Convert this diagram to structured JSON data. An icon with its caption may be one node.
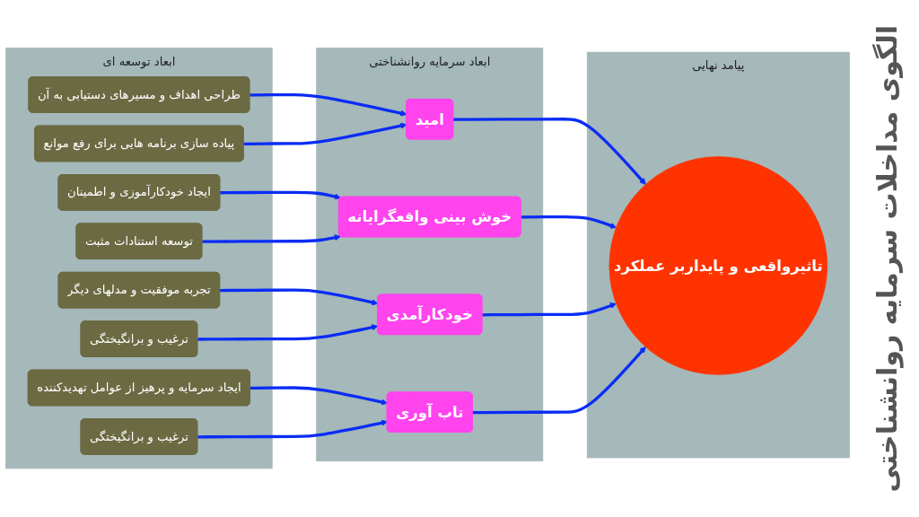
{
  "diagram": {
    "title": "الگوی مداخلات سرمایه روانشناختی",
    "nodes": [
      {
        "text": [
          "ابعاد توسعه ای"
        ]
      },
      {
        "text": [
          "طراحی اهداف و مسیرهای دستیابی به آن"
        ],
        "in": 0
      },
      {
        "text": [
          "پیاده سازی برنامه هایی برای رفع موانع"
        ],
        "in": 0
      },
      {
        "text": [
          "ایجاد خودکارآموزی و اطمینان"
        ],
        "in": 0
      },
      {
        "text": [
          "توسعه استنادات مثبت"
        ],
        "in": 0
      },
      {
        "text": [
          "تجربه موفقیت و مدلهای دیگر"
        ],
        "in": 0
      },
      {
        "text": [
          "ترغیب و برانگیختگی"
        ],
        "in": 0
      },
      {
        "text": [
          "ایجاد سرمایه و پرهیز از عوامل تهدیدکننده"
        ],
        "in": 0
      },
      {
        "text": [
          "ترغیب و برانگیختگی"
        ],
        "in": 0
      },
      {
        "text": [
          "ابعاد سرمایه روانشناختی"
        ]
      },
      {
        "text": [
          "امید"
        ],
        "in": 9
      },
      {
        "text": [
          "خوش بینی واقعگرایانه"
        ],
        "in": 9
      },
      {
        "text": [
          "خودکارآمدی"
        ],
        "in": 9
      },
      {
        "text": [
          "تاب آوری"
        ],
        "in": 9
      },
      {
        "text": [
          "پیامد نهایی"
        ]
      },
      {
        "text": [
          "تاثیرواقعی و پایداربر عملکرد"
        ],
        "in": 14
      }
    ],
    "edges": [
      {
        "from": 1,
        "to": 10,
        "arrow": "to"
      },
      {
        "from": 2,
        "to": 10,
        "arrow": "to"
      },
      {
        "from": 3,
        "to": 11,
        "arrow": "to"
      },
      {
        "from": 4,
        "to": 11,
        "arrow": "to"
      },
      {
        "from": 5,
        "to": 12,
        "arrow": "to"
      },
      {
        "from": 6,
        "to": 12,
        "arrow": "to"
      },
      {
        "from": 7,
        "to": 13,
        "arrow": "to"
      },
      {
        "from": 8,
        "to": 13,
        "arrow": "to"
      },
      {
        "from": 10,
        "to": 15,
        "arrow": "to"
      },
      {
        "from": 11,
        "to": 15,
        "arrow": "to"
      },
      {
        "from": 12,
        "to": 15,
        "arrow": "to"
      },
      {
        "from": 13,
        "to": 15,
        "arrow": "to"
      }
    ]
  }
}
